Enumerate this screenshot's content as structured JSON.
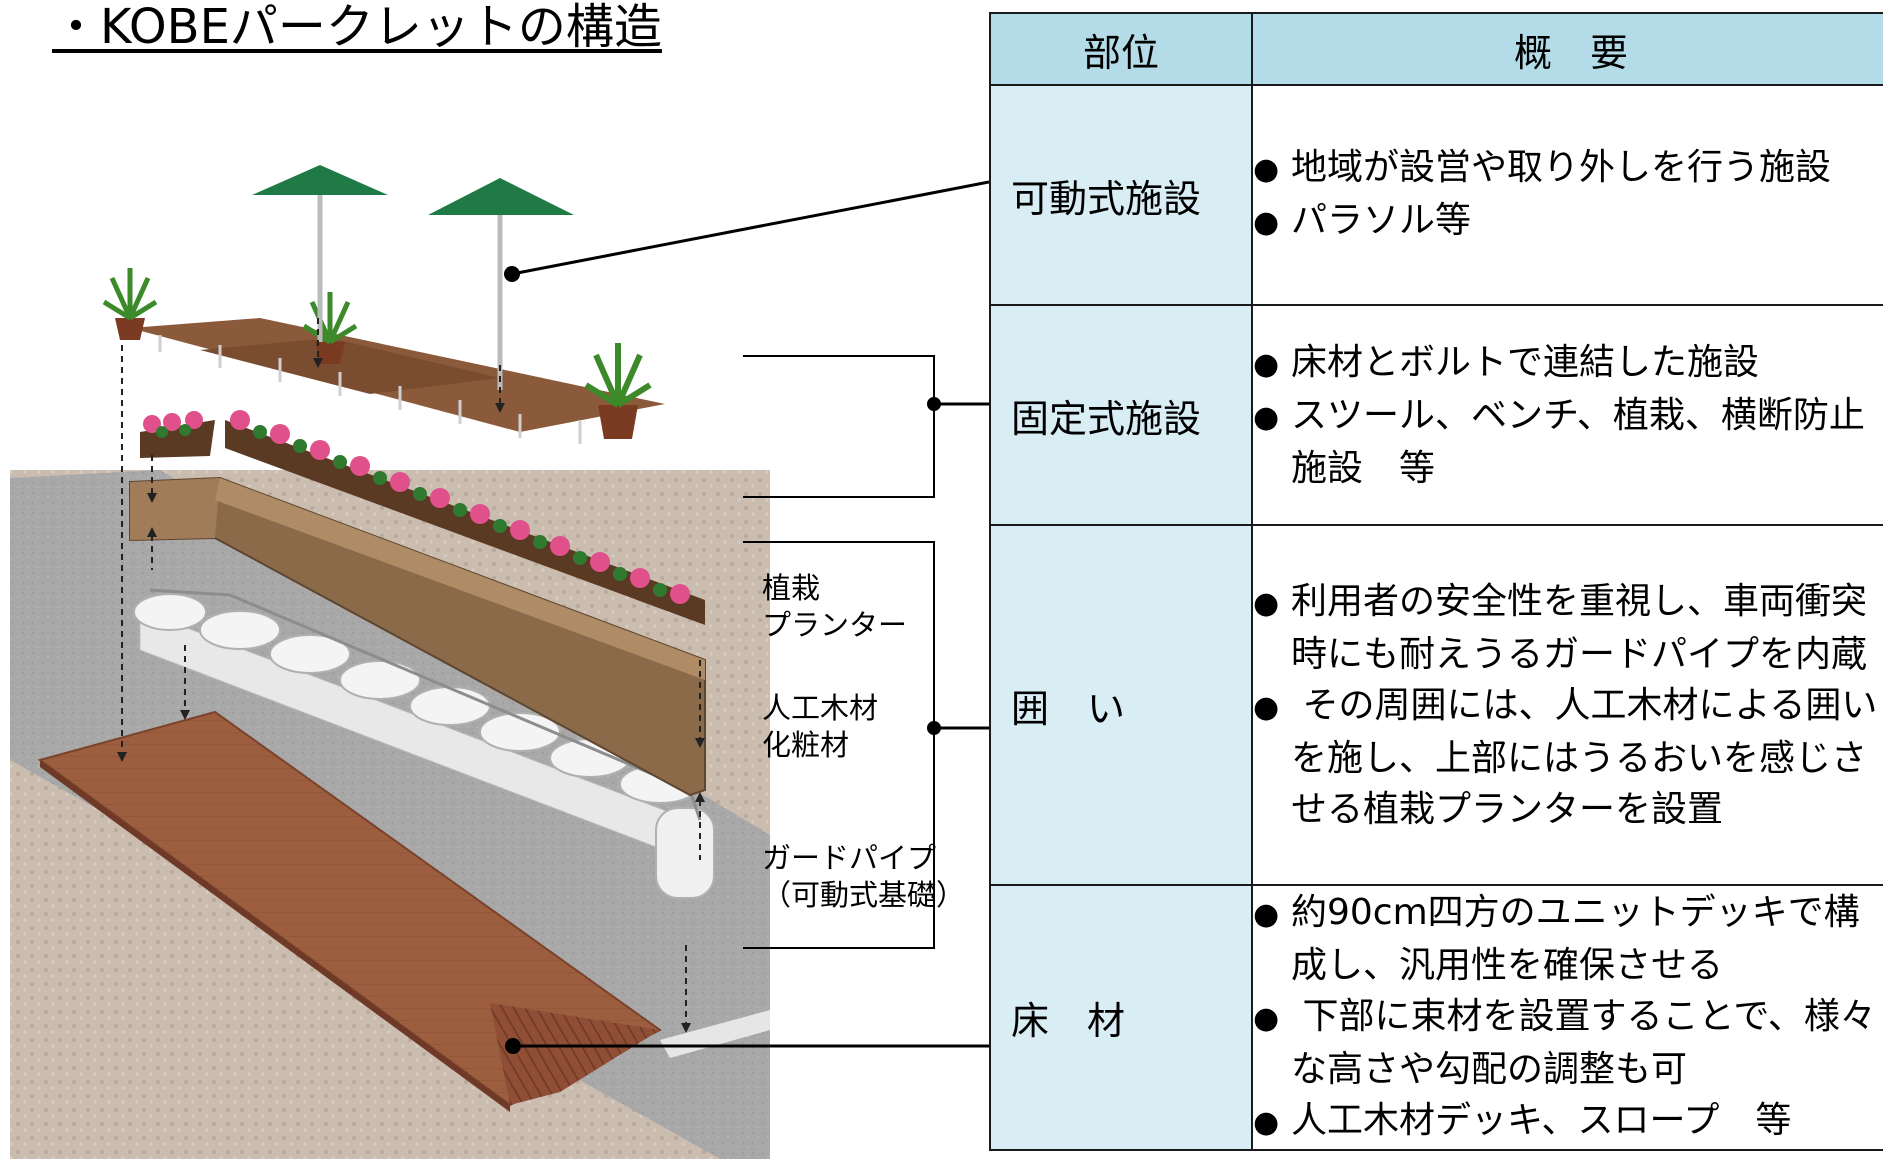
{
  "title": "・KOBEパークレットの構造",
  "callouts": {
    "planter": [
      "植栽",
      "プランター"
    ],
    "wood": [
      "人工木材",
      "化粧材"
    ],
    "pipe": [
      "ガードパイプ",
      "（可動式基礎）"
    ]
  },
  "table": {
    "headers": [
      "部位",
      "概　要"
    ],
    "rows": [
      {
        "part": "可動式施設",
        "items": [
          "地域が設営や取り外しを行う施設",
          "パラソル等"
        ]
      },
      {
        "part": "固定式施設",
        "items": [
          "床材とボルトで連結した施設",
          "スツール、ベンチ、植栽、横断防止施設　等"
        ]
      },
      {
        "part": "囲　い",
        "items": [
          "利用者の安全性を重視し、車両衝突時にも耐えうるガードパイプを内蔵",
          " その周囲には、人工木材による囲いを施し、上部にはうるおいを感じさせる植栽プランターを設置"
        ]
      },
      {
        "part": "床　材",
        "items": [
          "約90cm四方のユニットデッキで構成し、汎用性を確保させる",
          " 下部に束材を設置することで、様々な高さや勾配の調整も可",
          "人工木材デッキ、スロープ　等"
        ]
      }
    ]
  },
  "colors": {
    "header_bg": "#b4dbe8",
    "part_bg": "#d8edf4",
    "umbrella": "#1f7a45",
    "deck": "#9a5a3a",
    "wood_wall": "#8b6a4a",
    "flowers": "#e0508a",
    "road": "#a9a9a9",
    "paving": "#cbbcb0"
  }
}
